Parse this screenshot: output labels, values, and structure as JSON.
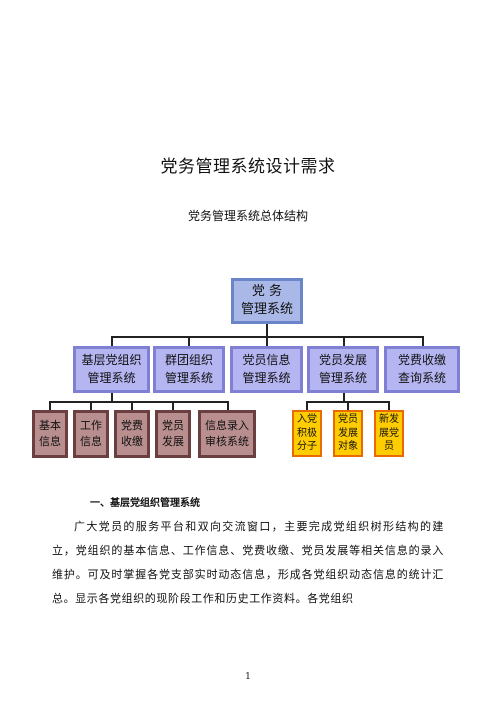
{
  "doc": {
    "title": "党务管理系统设计需求",
    "subtitle": "党务管理系统总体结构",
    "section1_heading": "一、基层党组织管理系统",
    "section1_paragraph": "广大党员的服务平台和双向交流窗口，主要完成党组织树形结构的建立，党组织的基本信息、工作信息、党费收缴、党员发展等相关信息的录入维护。可及时掌握各党支部实时动态信息，形成各党组织动态信息的统计汇总。显示各党组织的现阶段工作和历史工作资料。各党组织",
    "page_number": "1"
  },
  "diagram": {
    "root": "党  务\n管理系统",
    "level1": [
      "基层党组织\n管理系统",
      "群团组织\n管理系统",
      "党员信息\n管理系统",
      "党员发展\n管理系统",
      "党费收缴\n查询系统"
    ],
    "level2_grassroots": [
      "基本\n信息",
      "工作\n信息",
      "党费\n收缴",
      "党员\n发展",
      "信息录入\n审核系统"
    ],
    "level2_development": [
      "入党\n积极\n分子",
      "党员\n发展\n对象",
      "新发\n展党\n员"
    ],
    "colors": {
      "root_fill": "#a9b8e6",
      "level1_fill": "#b5b5f2",
      "level2_grassroots_fill": "#b88e8e",
      "level2_development_fill": "#ffcc00",
      "level2_development_border": "#e86a00"
    }
  }
}
